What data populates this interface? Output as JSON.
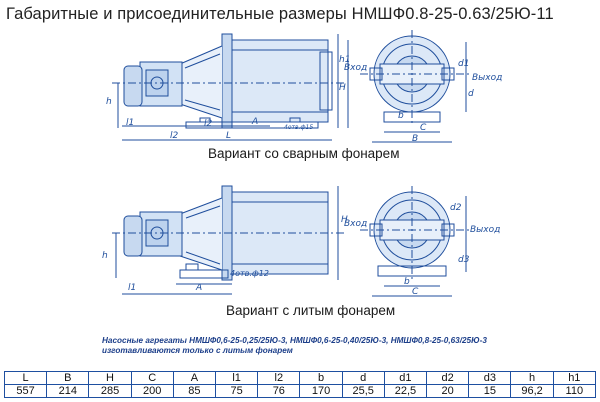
{
  "title": "Габаритные и присоединительные размеры НМШФ0.8-25-0.63/25Ю-11",
  "variant_welded": "Вариант со сварным фонарем",
  "variant_cast": "Вариант с литым фонарем",
  "note_line1": "Насосные агрегаты НМШФ0,6-25-0,25/25Ю-3, НМШФ0,6-25-0,40/25Ю-3, НМШФ0,8-25-0,63/25Ю-3",
  "note_line2": "изготавливаются только с литым фонарем",
  "drawing_labels": {
    "inlet": "Вход",
    "outlet": "Выход",
    "holes_top": "4отв.ф15",
    "holes_bottom": "4отв.ф12",
    "dim_L": "L",
    "dim_l1": "l1",
    "dim_l2": "l2",
    "dim_A": "A",
    "dim_H": "H",
    "dim_h": "h",
    "dim_h1": "h1",
    "dim_b": "b",
    "dim_B": "B",
    "dim_C": "C",
    "dim_d": "d",
    "dim_d1": "d1",
    "dim_d2": "d2",
    "dim_d3": "d3"
  },
  "table": {
    "headers": [
      "L",
      "B",
      "H",
      "C",
      "A",
      "l1",
      "l2",
      "b",
      "d",
      "d1",
      "d2",
      "d3",
      "h",
      "h1"
    ],
    "values": [
      "557",
      "214",
      "285",
      "200",
      "85",
      "75",
      "76",
      "170",
      "25,5",
      "22,5",
      "20",
      "15",
      "96,2",
      "110"
    ]
  }
}
